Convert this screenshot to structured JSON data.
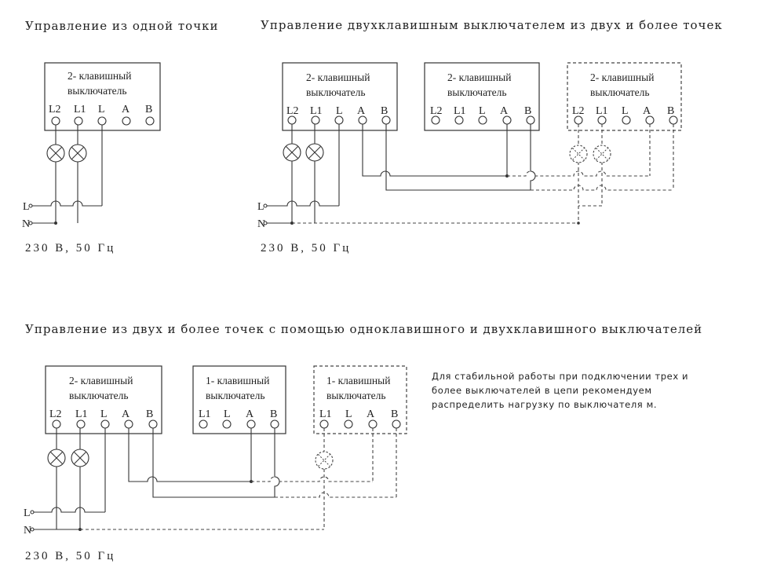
{
  "titles": {
    "one_point": "Управление из одной точки",
    "two_gang_multi": "Управление двухклавишным выключателем из двух и более точек",
    "mixed": "Управление из двух и более точек с помощью одноклавишного и двухклавишного выключателей"
  },
  "switch_labels": {
    "two_gang_line1": "2- клавишный",
    "one_gang_line1": "1- клавишный",
    "line2": "выключатель"
  },
  "terminals": {
    "l2": "L2",
    "l1": "L1",
    "l": "L",
    "a": "A",
    "b": "B"
  },
  "lines": {
    "live": "L",
    "neutral": "N"
  },
  "supply": {
    "voltage": "230",
    "voltage_unit": "В,",
    "frequency": "50",
    "frequency_unit": "Гц"
  },
  "note": {
    "line1": "Для  стабильной  работы  при  подключении  трех  и",
    "line2": "более  выключателей  в  цепи  рекомендуем",
    "line3": "распределить  нагрузку  по  выключателя м."
  },
  "colors": {
    "ink": "#333333",
    "background": "#ffffff"
  }
}
